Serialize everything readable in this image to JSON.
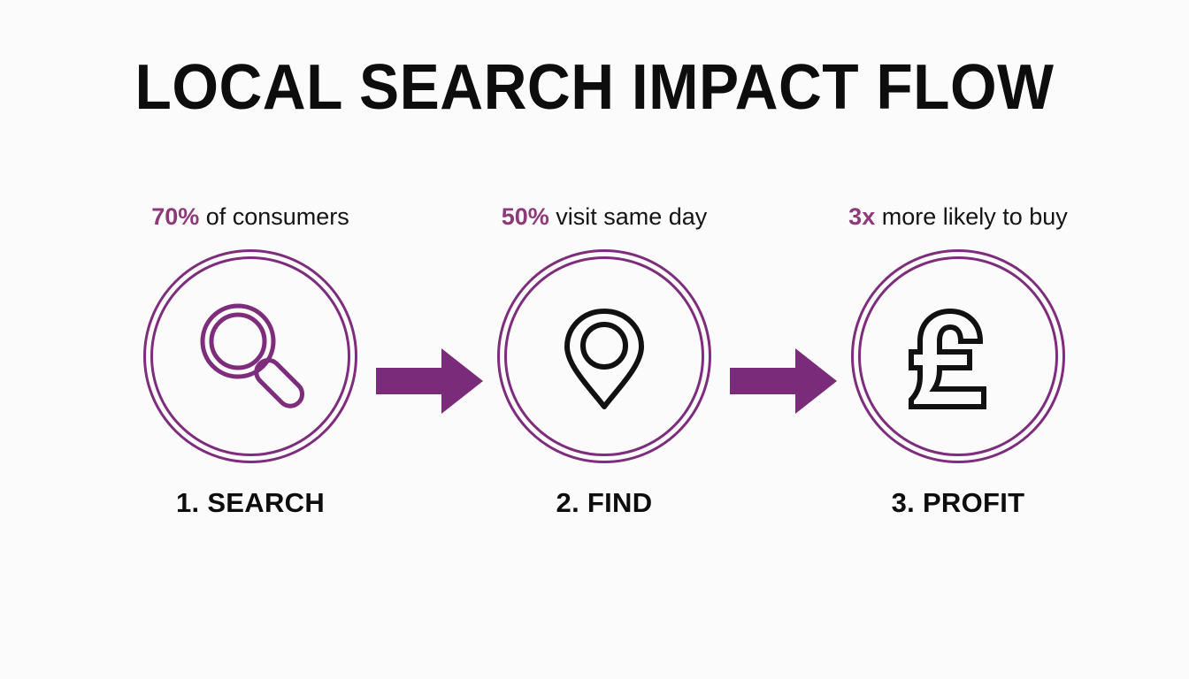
{
  "title": "LOCAL SEARCH IMPACT FLOW",
  "colors": {
    "ring_purple": "#7d2d7c",
    "arrow_purple": "#7a2b7a",
    "stat_highlight": "#8e3a78",
    "text_dark": "#0d0d0d",
    "icon_black": "#111111",
    "background": "#fcfbfc"
  },
  "steps": [
    {
      "stat_value": "70%",
      "stat_text": " of consumers",
      "icon": "magnifier-icon",
      "icon_color": "#7d2d7c",
      "label": "1. SEARCH"
    },
    {
      "stat_value": "50%",
      "stat_text": " visit same day",
      "icon": "map-pin-icon",
      "icon_color": "#111111",
      "label": "2. FIND"
    },
    {
      "stat_value": "3x",
      "stat_text": " more likely to buy",
      "icon": "pound-sterling-icon",
      "icon_color": "#111111",
      "label": "3. PROFIT"
    }
  ],
  "arrows": [
    {
      "name": "arrow-search-to-find",
      "direction": "right"
    },
    {
      "name": "arrow-find-to-profit",
      "direction": "right"
    }
  ]
}
